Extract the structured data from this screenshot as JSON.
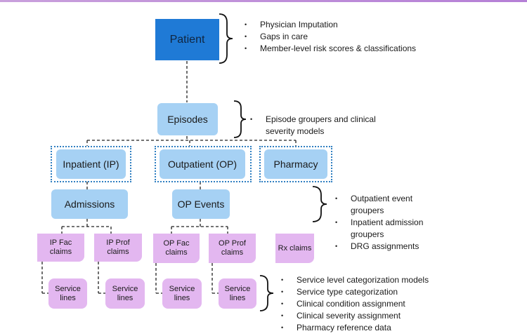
{
  "nodes": {
    "patient": "Patient",
    "episodes": "Episodes",
    "inpatient": "Inpatient (IP)",
    "outpatient": "Outpatient (OP)",
    "pharmacy": "Pharmacy",
    "admissions": "Admissions",
    "op_events": "OP Events",
    "ip_fac_claims": "IP Fac claims",
    "ip_prof_claims": "IP Prof claims",
    "op_fac_claims": "OP Fac claims",
    "op_prof_claims": "OP Prof claims",
    "rx_claims": "Rx claims",
    "service_lines_1": "Service lines",
    "service_lines_2": "Service lines",
    "service_lines_3": "Service lines",
    "service_lines_4": "Service lines"
  },
  "notes": {
    "patient": [
      "Physician Imputation",
      "Gaps in care",
      "Member-level risk scores & classifications"
    ],
    "episodes": [
      "Episode groupers and clinical severity models"
    ],
    "events": [
      "Outpatient event groupers",
      "Inpatient admission groupers",
      "DRG assignments"
    ],
    "service": [
      "Service level categorization models",
      "Service type categorization",
      "Clinical condition assignment",
      "Clinical severity assignment",
      "Pharmacy reference data"
    ]
  },
  "colors": {
    "patient_box": "#1f7ad6",
    "level_box": "#a6d1f4",
    "claim_box": "#e3b7f0",
    "dotted_border": "#2f7fc1"
  }
}
